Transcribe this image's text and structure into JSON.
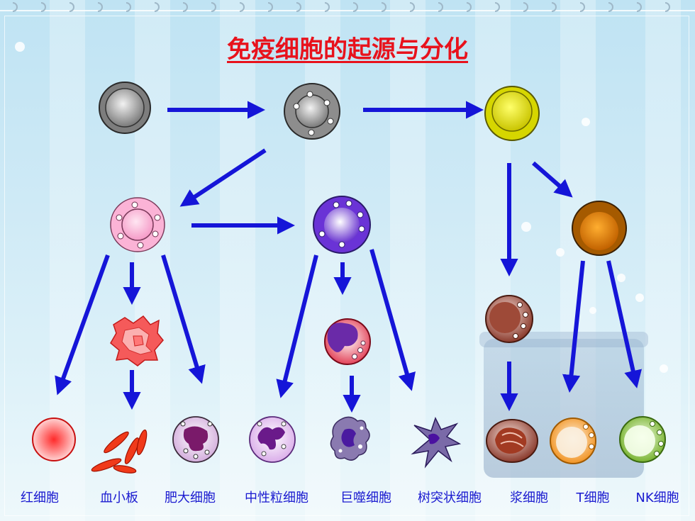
{
  "title": "免疫细胞的起源与分化",
  "labels": {
    "erythrocyte": "红细胞",
    "platelet": "血小板",
    "mast_cell": "肥大细胞",
    "neutrophil": "中性粒细胞",
    "macrophage": "巨噬细胞",
    "dendritic_cell": "树突状细胞",
    "plasma_cell": "浆细胞",
    "t_cell": "T细胞",
    "nk_cell": "NK细胞"
  },
  "colors": {
    "title": "#e8121c",
    "arrow": "#1515d8",
    "label": "#1a1ad0"
  }
}
